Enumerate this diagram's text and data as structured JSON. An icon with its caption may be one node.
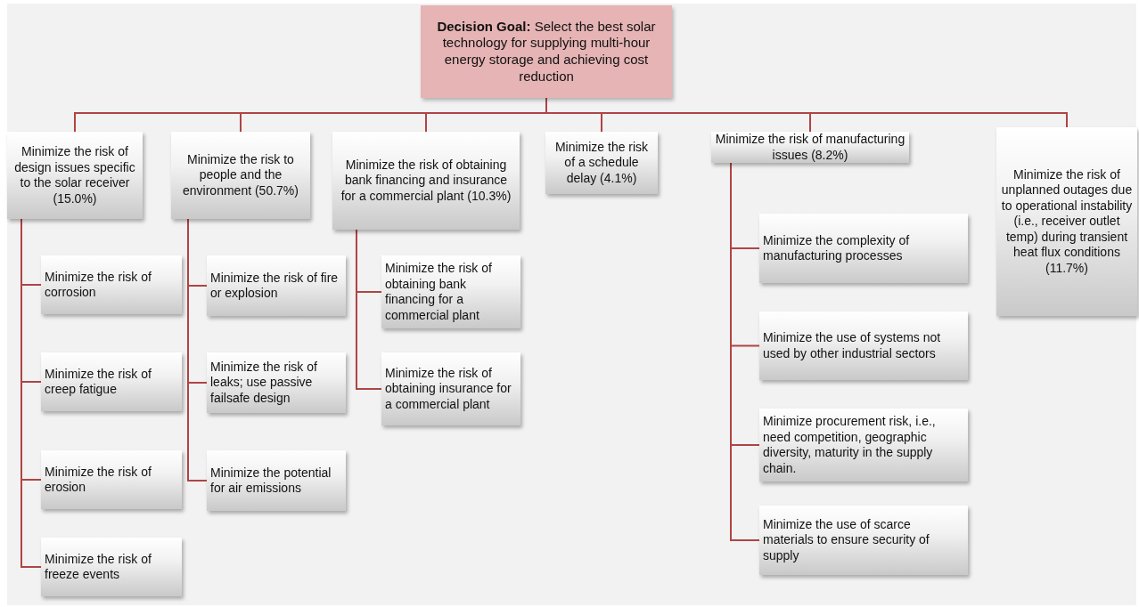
{
  "diagram": {
    "nodes": [
      {
        "text": [
          "**Decision Goal:** Select the best solar technology for supplying multi-hour energy storage and achieving cost reduction"
        ]
      },
      {
        "text": [
          "Minimize the risk of design issues specific to the solar receiver (15.0%)"
        ]
      },
      {
        "text": [
          "Minimize the risk to people and the environment (50.7%)"
        ]
      },
      {
        "text": [
          "Minimize the risk of obtaining bank financing and insurance for a commercial plant (10.3%)"
        ]
      },
      {
        "text": [
          "Minimize the risk of a schedule delay (4.1%)"
        ]
      },
      {
        "text": [
          "Minimize the risk of manufacturing issues (8.2%)"
        ]
      },
      {
        "text": [
          "Minimize the risk of unplanned outages due to operational instability (i.e., receiver outlet temp) during transient heat flux conditions (11.7%)"
        ]
      },
      {
        "text": [
          "Minimize the risk of corrosion"
        ]
      },
      {
        "text": [
          "Minimize the risk of creep fatigue"
        ]
      },
      {
        "text": [
          "Minimize the risk of erosion"
        ]
      },
      {
        "text": [
          "Minimize the risk of freeze events"
        ]
      },
      {
        "text": [
          "Minimize the risk of fire or explosion"
        ]
      },
      {
        "text": [
          "Minimize the risk of leaks; use passive failsafe design"
        ]
      },
      {
        "text": [
          "Minimize the potential for air emissions"
        ]
      },
      {
        "text": [
          "Minimize the risk of obtaining bank financing for a commercial plant"
        ]
      },
      {
        "text": [
          "Minimize the risk of obtaining insurance for a commercial plant"
        ]
      },
      {
        "text": [
          "Minimize the complexity of manufacturing processes"
        ]
      },
      {
        "text": [
          "Minimize the use of systems not used by other industrial sectors"
        ]
      },
      {
        "text": [
          "Minimize procurement risk, i.e., need competition, geographic diversity, maturity in the supply chain."
        ]
      },
      {
        "text": [
          "Minimize the use of scarce materials to ensure security of supply"
        ]
      }
    ],
    "edges": [
      {
        "from": 0,
        "to": 1,
        "arrow": "none"
      },
      {
        "from": 0,
        "to": 2,
        "arrow": "none"
      },
      {
        "from": 0,
        "to": 3,
        "arrow": "none"
      },
      {
        "from": 0,
        "to": 4,
        "arrow": "none"
      },
      {
        "from": 0,
        "to": 5,
        "arrow": "none"
      },
      {
        "from": 0,
        "to": 6,
        "arrow": "none"
      },
      {
        "from": 1,
        "to": 7,
        "arrow": "none"
      },
      {
        "from": 1,
        "to": 8,
        "arrow": "none"
      },
      {
        "from": 1,
        "to": 9,
        "arrow": "none"
      },
      {
        "from": 1,
        "to": 10,
        "arrow": "none"
      },
      {
        "from": 2,
        "to": 11,
        "arrow": "none"
      },
      {
        "from": 2,
        "to": 12,
        "arrow": "none"
      },
      {
        "from": 2,
        "to": 13,
        "arrow": "none"
      },
      {
        "from": 3,
        "to": 14,
        "arrow": "none"
      },
      {
        "from": 3,
        "to": 15,
        "arrow": "none"
      },
      {
        "from": 5,
        "to": 16,
        "arrow": "none"
      },
      {
        "from": 5,
        "to": 17,
        "arrow": "none"
      },
      {
        "from": 5,
        "to": 18,
        "arrow": "none"
      },
      {
        "from": 5,
        "to": 19,
        "arrow": "none"
      }
    ]
  }
}
